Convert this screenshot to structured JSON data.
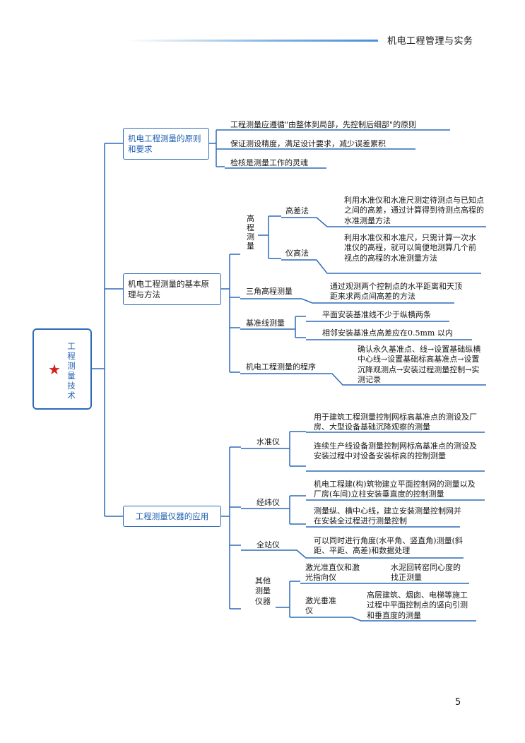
{
  "header": {
    "title": "机电工程管理与实务"
  },
  "page_number": "5",
  "root": {
    "label": "工程测量技术",
    "icon": "star-icon",
    "icon_color": "#d42020"
  },
  "colors": {
    "line": "#2d6ab8"
  },
  "branch1": {
    "label": "机电工程测量的原则和要求",
    "items": [
      "工程测量应遵循\"由整体到局部，先控制后细部\"的原则",
      "保证测设精度，满足设计要求，减少误差累积",
      "检核是测量工作的灵魂"
    ]
  },
  "branch2": {
    "label": "机电工程测量的基本原理与方法",
    "elevation": {
      "label": "高程测量",
      "height_diff": {
        "label": "高差法",
        "desc": "利用水准仪和水准尺测定待测点与已知点之间的高差，通过计算得到待测点高程的水准测量方法"
      },
      "instrument_height": {
        "label": "仪高法",
        "desc": "利用水准仪和水准尺，只需计算一次水准仪的高程，就可以简便地测算几个前视点的高程的水准测量方法"
      }
    },
    "trig": {
      "label": "三角高程测量",
      "desc": "通过观测两个控制点的水平距离和天顶距来求两点间高差的方法"
    },
    "baseline": {
      "label": "基准线测量",
      "items": [
        "平面安装基准线不少于纵横两条",
        "相邻安装基准点高差应在0.5mm 以内"
      ]
    },
    "procedure": {
      "label": "机电工程测量的程序",
      "desc": "确认永久基准点、线→设置基础纵横中心线→设置基础标高基准点→设置沉降观测点→安装过程测量控制→实测记录"
    }
  },
  "branch3": {
    "label": "工程测量仪器的应用",
    "level": {
      "label": "水准仪",
      "items": [
        "用于建筑工程测量控制网标高基准点的测设及厂房、大型设备基础沉降观察的测量",
        "连续生产线设备测量控制网标高基准点的测设及安装过程中对设备安装标高的控制测量"
      ]
    },
    "theodolite": {
      "label": "经纬仪",
      "items": [
        "机电工程建(构)筑物建立平面控制网的测量以及厂房(车间)立柱安装垂直度的控制测量",
        "测量纵、横中心线，建立安装测量控制网并在安装全过程进行测量控制"
      ]
    },
    "total_station": {
      "label": "全站仪",
      "desc": "可以同时进行角度(水平角、竖直角)测量(斜距、平距、高差)和数据处理"
    },
    "other": {
      "label": "其他测量仪器",
      "laser_level": {
        "label": "激光准直仪和激光指向仪",
        "desc": "水泥回转窑同心度的找正测量"
      },
      "laser_plumb": {
        "label": "激光垂准仪",
        "desc": "高层建筑、烟囱、电梯等施工过程中平面控制点的竖向引测和垂直度的测量"
      }
    }
  }
}
